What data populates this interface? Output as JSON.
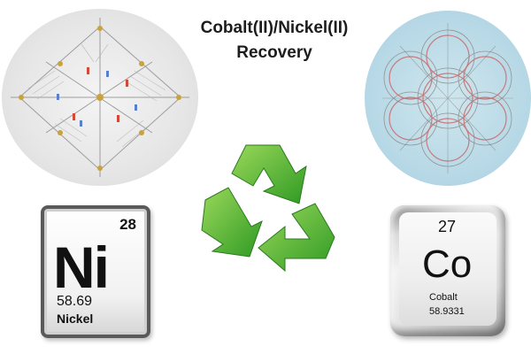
{
  "title": {
    "line1": "Cobalt(II)/Nickel(II)",
    "line2": "Recovery"
  },
  "images": {
    "left_structure": "crystal-lattice-structure-diagram",
    "right_structure": "porous-framework-structure-diagram",
    "center_icon": "recycle-icon"
  },
  "elements": {
    "nickel": {
      "number": "28",
      "symbol": "Ni",
      "mass": "58.69",
      "name": "Nickel"
    },
    "cobalt": {
      "number": "27",
      "symbol": "Co",
      "name": "Cobalt",
      "mass": "58.9331"
    }
  },
  "colors": {
    "recycle_green": "#3fae2a",
    "recycle_green_light": "#8fd14f",
    "right_disc": "#b5d7e5",
    "left_disc": "#e6e6e6"
  }
}
